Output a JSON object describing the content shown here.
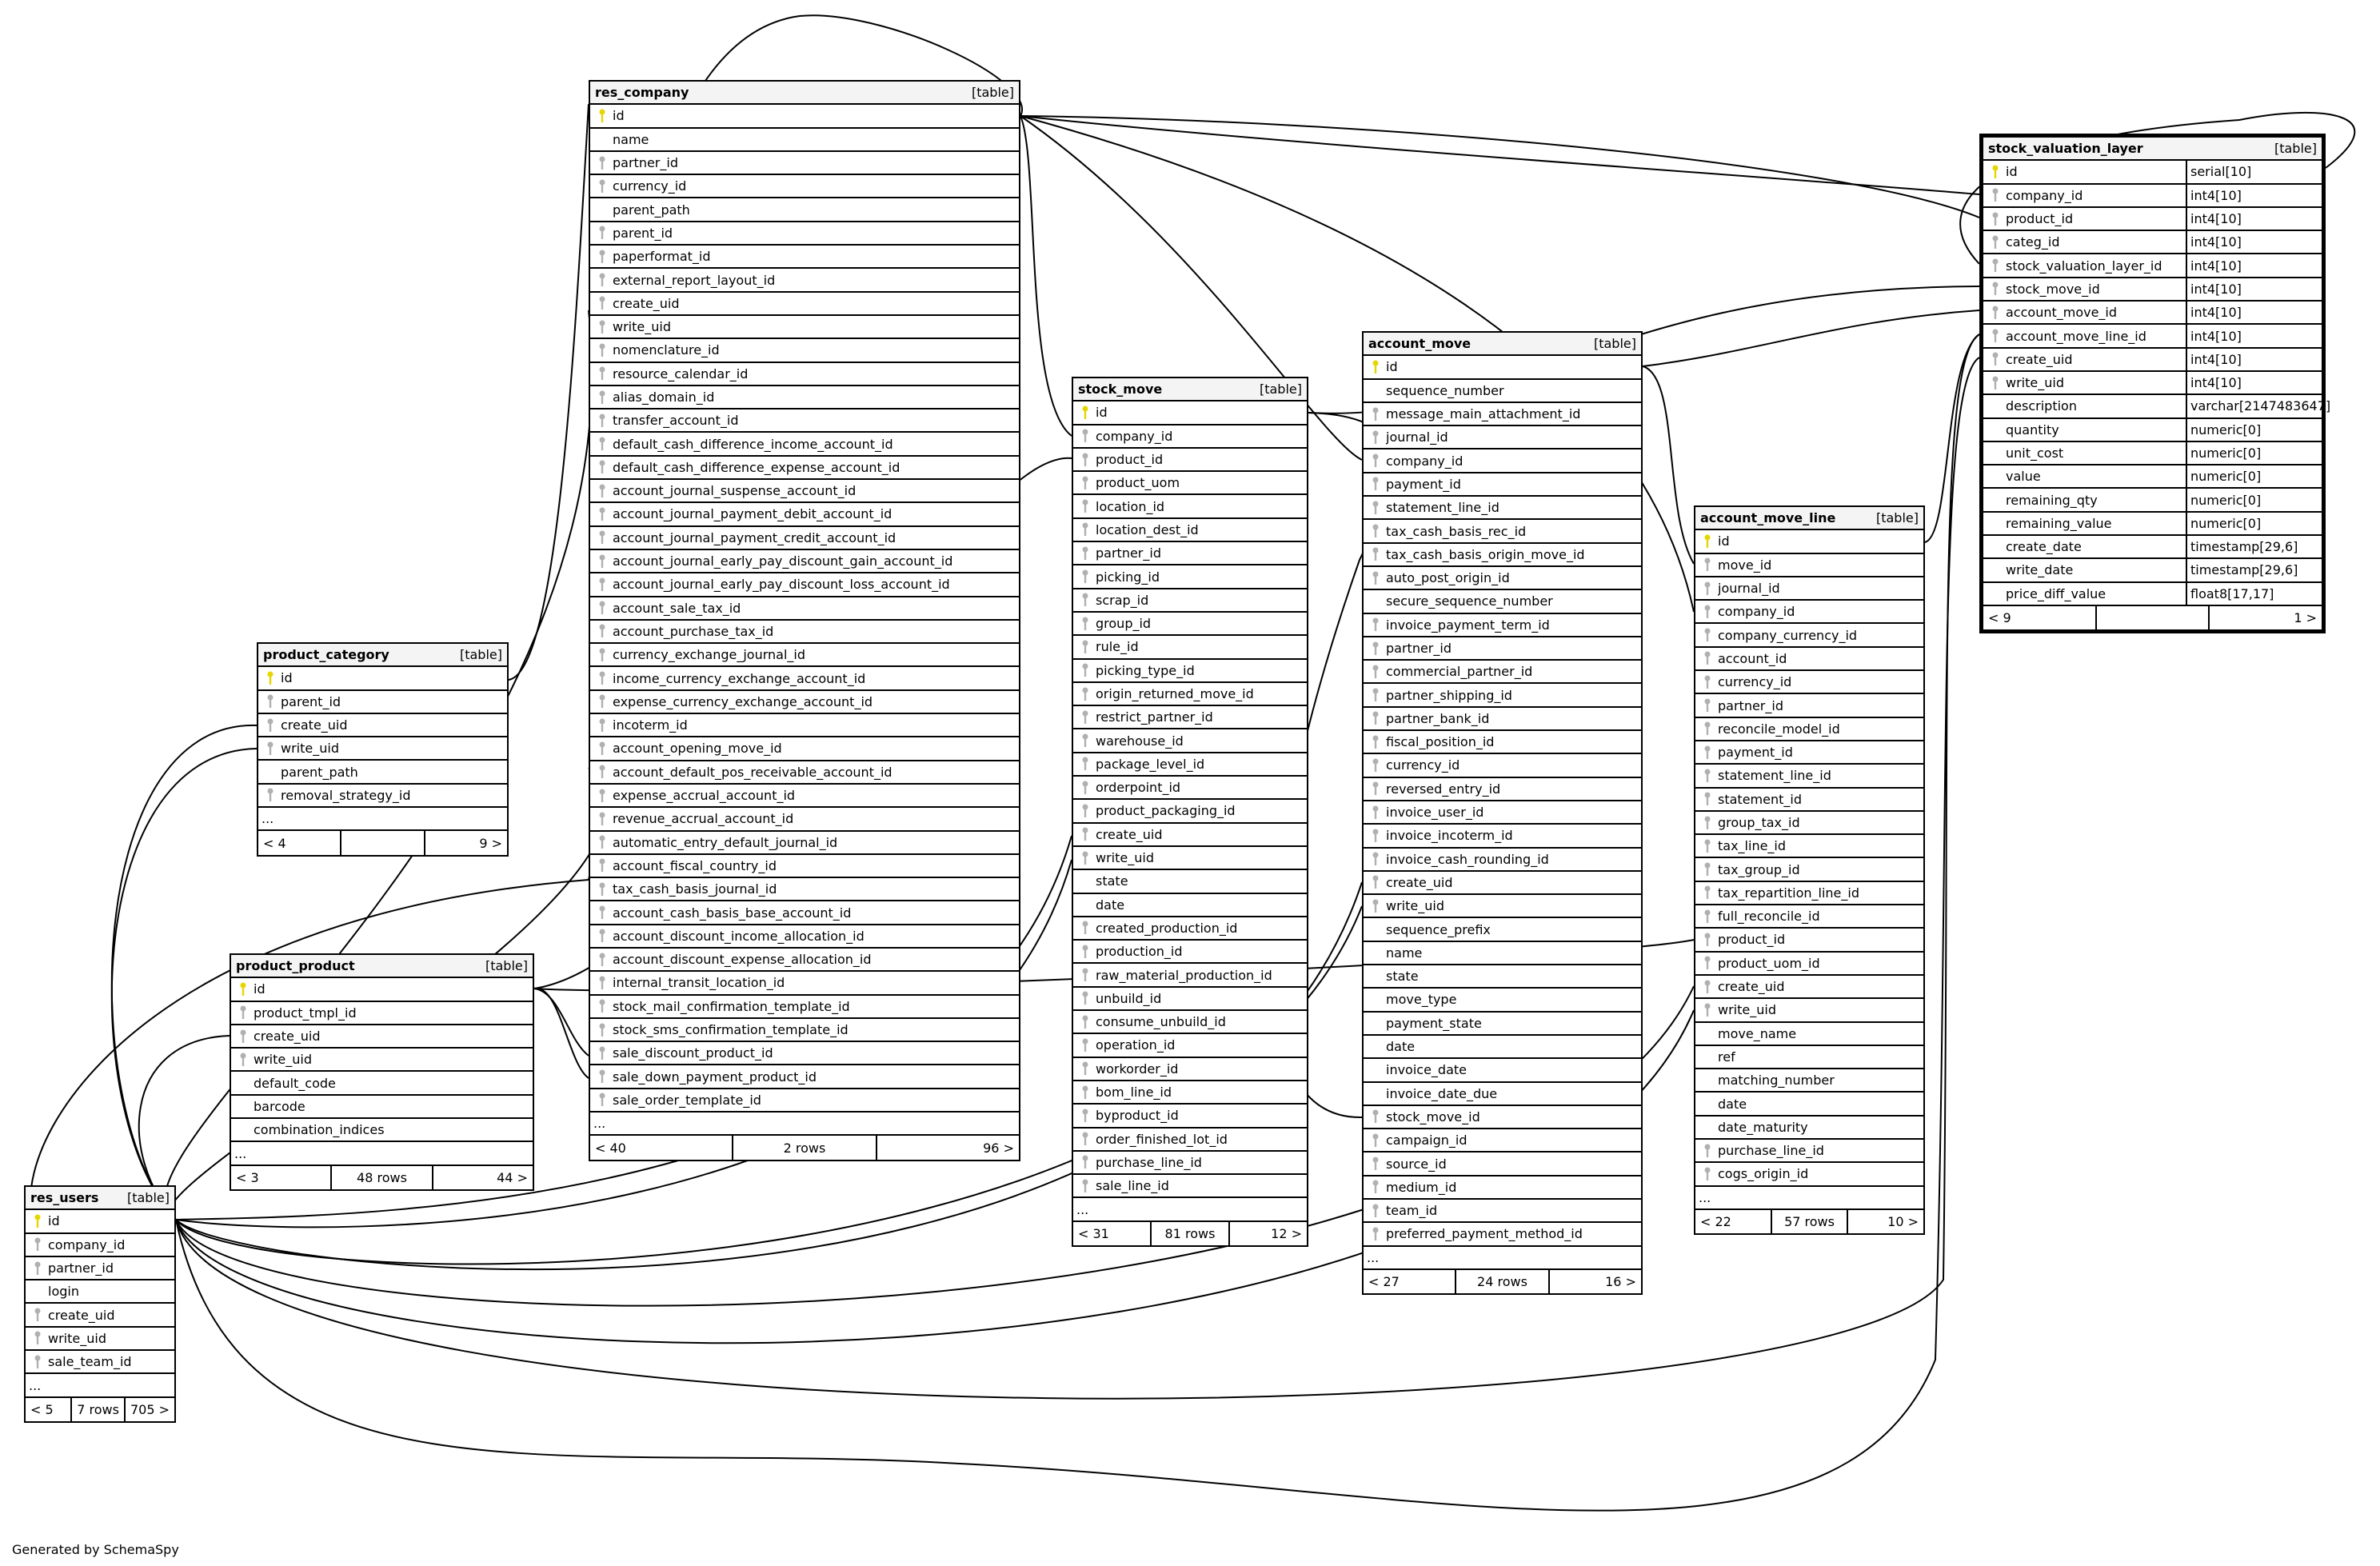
{
  "tables": [
    {
      "id": "res_company",
      "name": "res_company",
      "kind": "[table]",
      "ellipsis": "...",
      "footer": [
        "< 40",
        "2 rows",
        "96 >"
      ],
      "columns": [
        [
          "id",
          "pk"
        ],
        [
          "name",
          ""
        ],
        [
          "partner_id",
          "fk"
        ],
        [
          "currency_id",
          "fk"
        ],
        [
          "parent_path",
          ""
        ],
        [
          "parent_id",
          "fk"
        ],
        [
          "paperformat_id",
          "fk"
        ],
        [
          "external_report_layout_id",
          "fk"
        ],
        [
          "create_uid",
          "fk"
        ],
        [
          "write_uid",
          "fk"
        ],
        [
          "nomenclature_id",
          "fk"
        ],
        [
          "resource_calendar_id",
          "fk"
        ],
        [
          "alias_domain_id",
          "fk"
        ],
        [
          "transfer_account_id",
          "fk"
        ],
        [
          "default_cash_difference_income_account_id",
          "fk"
        ],
        [
          "default_cash_difference_expense_account_id",
          "fk"
        ],
        [
          "account_journal_suspense_account_id",
          "fk"
        ],
        [
          "account_journal_payment_debit_account_id",
          "fk"
        ],
        [
          "account_journal_payment_credit_account_id",
          "fk"
        ],
        [
          "account_journal_early_pay_discount_gain_account_id",
          "fk"
        ],
        [
          "account_journal_early_pay_discount_loss_account_id",
          "fk"
        ],
        [
          "account_sale_tax_id",
          "fk"
        ],
        [
          "account_purchase_tax_id",
          "fk"
        ],
        [
          "currency_exchange_journal_id",
          "fk"
        ],
        [
          "income_currency_exchange_account_id",
          "fk"
        ],
        [
          "expense_currency_exchange_account_id",
          "fk"
        ],
        [
          "incoterm_id",
          "fk"
        ],
        [
          "account_opening_move_id",
          "fk"
        ],
        [
          "account_default_pos_receivable_account_id",
          "fk"
        ],
        [
          "expense_accrual_account_id",
          "fk"
        ],
        [
          "revenue_accrual_account_id",
          "fk"
        ],
        [
          "automatic_entry_default_journal_id",
          "fk"
        ],
        [
          "account_fiscal_country_id",
          "fk"
        ],
        [
          "tax_cash_basis_journal_id",
          "fk"
        ],
        [
          "account_cash_basis_base_account_id",
          "fk"
        ],
        [
          "account_discount_income_allocation_id",
          "fk"
        ],
        [
          "account_discount_expense_allocation_id",
          "fk"
        ],
        [
          "internal_transit_location_id",
          "fk"
        ],
        [
          "stock_mail_confirmation_template_id",
          "fk"
        ],
        [
          "stock_sms_confirmation_template_id",
          "fk"
        ],
        [
          "sale_discount_product_id",
          "fk"
        ],
        [
          "sale_down_payment_product_id",
          "fk"
        ],
        [
          "sale_order_template_id",
          "fk"
        ]
      ]
    },
    {
      "id": "product_category",
      "name": "product_category",
      "kind": "[table]",
      "ellipsis": "...",
      "footer": [
        "< 4",
        "",
        "9 >"
      ],
      "columns": [
        [
          "id",
          "pk"
        ],
        [
          "parent_id",
          "fk"
        ],
        [
          "create_uid",
          "fk"
        ],
        [
          "write_uid",
          "fk"
        ],
        [
          "parent_path",
          ""
        ],
        [
          "removal_strategy_id",
          "fk"
        ]
      ]
    },
    {
      "id": "product_product",
      "name": "product_product",
      "kind": "[table]",
      "ellipsis": "...",
      "footer": [
        "< 3",
        "48 rows",
        "44 >"
      ],
      "columns": [
        [
          "id",
          "pk"
        ],
        [
          "product_tmpl_id",
          "fk"
        ],
        [
          "create_uid",
          "fk"
        ],
        [
          "write_uid",
          "fk"
        ],
        [
          "default_code",
          ""
        ],
        [
          "barcode",
          ""
        ],
        [
          "combination_indices",
          ""
        ]
      ]
    },
    {
      "id": "res_users",
      "name": "res_users",
      "kind": "[table]",
      "ellipsis": "...",
      "footer": [
        "< 5",
        "7 rows",
        "705 >"
      ],
      "columns": [
        [
          "id",
          "pk"
        ],
        [
          "company_id",
          "fk"
        ],
        [
          "partner_id",
          "fk"
        ],
        [
          "login",
          ""
        ],
        [
          "create_uid",
          "fk"
        ],
        [
          "write_uid",
          "fk"
        ],
        [
          "sale_team_id",
          "fk"
        ]
      ]
    },
    {
      "id": "stock_move",
      "name": "stock_move",
      "kind": "[table]",
      "ellipsis": "...",
      "footer": [
        "< 31",
        "81 rows",
        "12 >"
      ],
      "columns": [
        [
          "id",
          "pk"
        ],
        [
          "company_id",
          "fk"
        ],
        [
          "product_id",
          "fk"
        ],
        [
          "product_uom",
          "fk"
        ],
        [
          "location_id",
          "fk"
        ],
        [
          "location_dest_id",
          "fk"
        ],
        [
          "partner_id",
          "fk"
        ],
        [
          "picking_id",
          "fk"
        ],
        [
          "scrap_id",
          "fk"
        ],
        [
          "group_id",
          "fk"
        ],
        [
          "rule_id",
          "fk"
        ],
        [
          "picking_type_id",
          "fk"
        ],
        [
          "origin_returned_move_id",
          "fk"
        ],
        [
          "restrict_partner_id",
          "fk"
        ],
        [
          "warehouse_id",
          "fk"
        ],
        [
          "package_level_id",
          "fk"
        ],
        [
          "orderpoint_id",
          "fk"
        ],
        [
          "product_packaging_id",
          "fk"
        ],
        [
          "create_uid",
          "fk"
        ],
        [
          "write_uid",
          "fk"
        ],
        [
          "state",
          ""
        ],
        [
          "date",
          ""
        ],
        [
          "created_production_id",
          "fk"
        ],
        [
          "production_id",
          "fk"
        ],
        [
          "raw_material_production_id",
          "fk"
        ],
        [
          "unbuild_id",
          "fk"
        ],
        [
          "consume_unbuild_id",
          "fk"
        ],
        [
          "operation_id",
          "fk"
        ],
        [
          "workorder_id",
          "fk"
        ],
        [
          "bom_line_id",
          "fk"
        ],
        [
          "byproduct_id",
          "fk"
        ],
        [
          "order_finished_lot_id",
          "fk"
        ],
        [
          "purchase_line_id",
          "fk"
        ],
        [
          "sale_line_id",
          "fk"
        ]
      ]
    },
    {
      "id": "account_move",
      "name": "account_move",
      "kind": "[table]",
      "ellipsis": "...",
      "footer": [
        "< 27",
        "24 rows",
        "16 >"
      ],
      "columns": [
        [
          "id",
          "pk"
        ],
        [
          "sequence_number",
          ""
        ],
        [
          "message_main_attachment_id",
          "fk"
        ],
        [
          "journal_id",
          "fk"
        ],
        [
          "company_id",
          "fk"
        ],
        [
          "payment_id",
          "fk"
        ],
        [
          "statement_line_id",
          "fk"
        ],
        [
          "tax_cash_basis_rec_id",
          "fk"
        ],
        [
          "tax_cash_basis_origin_move_id",
          "fk"
        ],
        [
          "auto_post_origin_id",
          "fk"
        ],
        [
          "secure_sequence_number",
          ""
        ],
        [
          "invoice_payment_term_id",
          "fk"
        ],
        [
          "partner_id",
          "fk"
        ],
        [
          "commercial_partner_id",
          "fk"
        ],
        [
          "partner_shipping_id",
          "fk"
        ],
        [
          "partner_bank_id",
          "fk"
        ],
        [
          "fiscal_position_id",
          "fk"
        ],
        [
          "currency_id",
          "fk"
        ],
        [
          "reversed_entry_id",
          "fk"
        ],
        [
          "invoice_user_id",
          "fk"
        ],
        [
          "invoice_incoterm_id",
          "fk"
        ],
        [
          "invoice_cash_rounding_id",
          "fk"
        ],
        [
          "create_uid",
          "fk"
        ],
        [
          "write_uid",
          "fk"
        ],
        [
          "sequence_prefix",
          ""
        ],
        [
          "name",
          ""
        ],
        [
          "state",
          ""
        ],
        [
          "move_type",
          ""
        ],
        [
          "payment_state",
          ""
        ],
        [
          "date",
          ""
        ],
        [
          "invoice_date",
          ""
        ],
        [
          "invoice_date_due",
          ""
        ],
        [
          "stock_move_id",
          "fk"
        ],
        [
          "campaign_id",
          "fk"
        ],
        [
          "source_id",
          "fk"
        ],
        [
          "medium_id",
          "fk"
        ],
        [
          "team_id",
          "fk"
        ],
        [
          "preferred_payment_method_id",
          "fk"
        ]
      ]
    },
    {
      "id": "account_move_line",
      "name": "account_move_line",
      "kind": "[table]",
      "ellipsis": "...",
      "footer": [
        "< 22",
        "57 rows",
        "10 >"
      ],
      "columns": [
        [
          "id",
          "pk"
        ],
        [
          "move_id",
          "fk"
        ],
        [
          "journal_id",
          "fk"
        ],
        [
          "company_id",
          "fk"
        ],
        [
          "company_currency_id",
          "fk"
        ],
        [
          "account_id",
          "fk"
        ],
        [
          "currency_id",
          "fk"
        ],
        [
          "partner_id",
          "fk"
        ],
        [
          "reconcile_model_id",
          "fk"
        ],
        [
          "payment_id",
          "fk"
        ],
        [
          "statement_line_id",
          "fk"
        ],
        [
          "statement_id",
          "fk"
        ],
        [
          "group_tax_id",
          "fk"
        ],
        [
          "tax_line_id",
          "fk"
        ],
        [
          "tax_group_id",
          "fk"
        ],
        [
          "tax_repartition_line_id",
          "fk"
        ],
        [
          "full_reconcile_id",
          "fk"
        ],
        [
          "product_id",
          "fk"
        ],
        [
          "product_uom_id",
          "fk"
        ],
        [
          "create_uid",
          "fk"
        ],
        [
          "write_uid",
          "fk"
        ],
        [
          "move_name",
          ""
        ],
        [
          "ref",
          ""
        ],
        [
          "matching_number",
          ""
        ],
        [
          "date",
          ""
        ],
        [
          "date_maturity",
          ""
        ],
        [
          "purchase_line_id",
          "fk"
        ],
        [
          "cogs_origin_id",
          "fk"
        ]
      ]
    },
    {
      "id": "stock_valuation_layer",
      "name": "stock_valuation_layer",
      "kind": "[table]",
      "ellipsis": "",
      "footer": [
        "< 9",
        "",
        "1 >"
      ],
      "columns": [
        [
          "id",
          "pk",
          "serial[10]"
        ],
        [
          "company_id",
          "fk",
          "int4[10]"
        ],
        [
          "product_id",
          "fk",
          "int4[10]"
        ],
        [
          "categ_id",
          "fk",
          "int4[10]"
        ],
        [
          "stock_valuation_layer_id",
          "fk",
          "int4[10]"
        ],
        [
          "stock_move_id",
          "fk",
          "int4[10]"
        ],
        [
          "account_move_id",
          "fk",
          "int4[10]"
        ],
        [
          "account_move_line_id",
          "fk",
          "int4[10]"
        ],
        [
          "create_uid",
          "fk",
          "int4[10]"
        ],
        [
          "write_uid",
          "fk",
          "int4[10]"
        ],
        [
          "description",
          "",
          "varchar[2147483647]"
        ],
        [
          "quantity",
          "",
          "numeric[0]"
        ],
        [
          "unit_cost",
          "",
          "numeric[0]"
        ],
        [
          "value",
          "",
          "numeric[0]"
        ],
        [
          "remaining_qty",
          "",
          "numeric[0]"
        ],
        [
          "remaining_value",
          "",
          "numeric[0]"
        ],
        [
          "create_date",
          "",
          "timestamp[29,6]"
        ],
        [
          "write_date",
          "",
          "timestamp[29,6]"
        ],
        [
          "price_diff_value",
          "",
          "float8[17,17]"
        ]
      ]
    }
  ],
  "colors": {
    "pk_key": "#e6d600",
    "fk_key": "#b0b0b0",
    "header_bg": "#f4f4f4"
  },
  "footer_text": "Generated by SchemaSpy"
}
